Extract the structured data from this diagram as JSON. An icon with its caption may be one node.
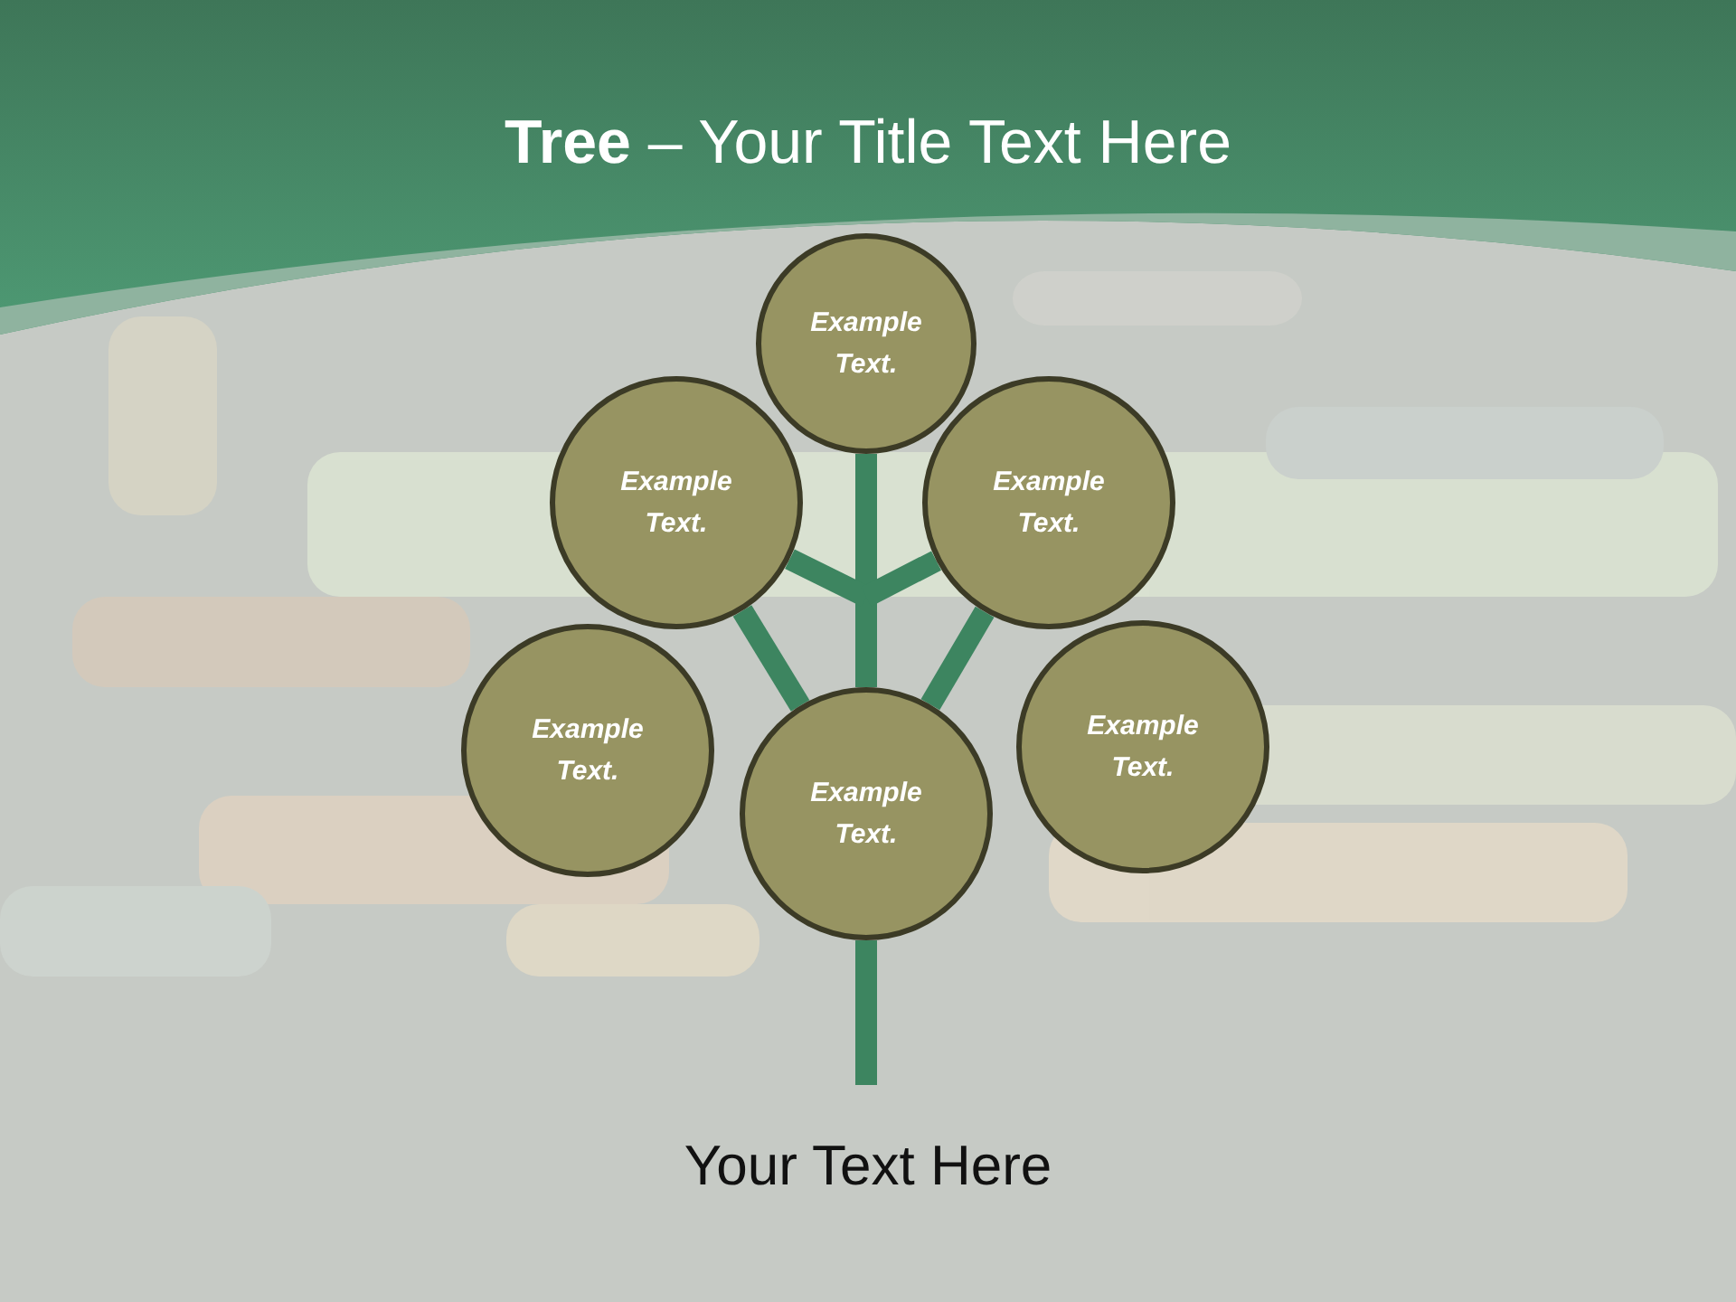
{
  "diagram": {
    "title": "**Tree** – Your Title Text Here",
    "nodes": [
      {
        "text": [
          "Example Text."
        ]
      },
      {
        "text": [
          "Example Text."
        ]
      },
      {
        "text": [
          "Example Text."
        ]
      },
      {
        "text": [
          "Example Text."
        ]
      },
      {
        "text": [
          "Example Text."
        ]
      },
      {
        "text": [
          "Example Text."
        ]
      }
    ],
    "edges": [
      {
        "from": null,
        "to": 4,
        "arrow": "none"
      },
      {
        "from": 4,
        "to": 0,
        "arrow": "none"
      },
      {
        "from": null,
        "to": 1,
        "arrow": "none"
      },
      {
        "from": null,
        "to": 2,
        "arrow": "none"
      },
      {
        "from": 4,
        "to": 1,
        "arrow": "none"
      },
      {
        "from": 4,
        "to": 2,
        "arrow": "none"
      }
    ],
    "labels": [
      "Your Text Here"
    ]
  }
}
